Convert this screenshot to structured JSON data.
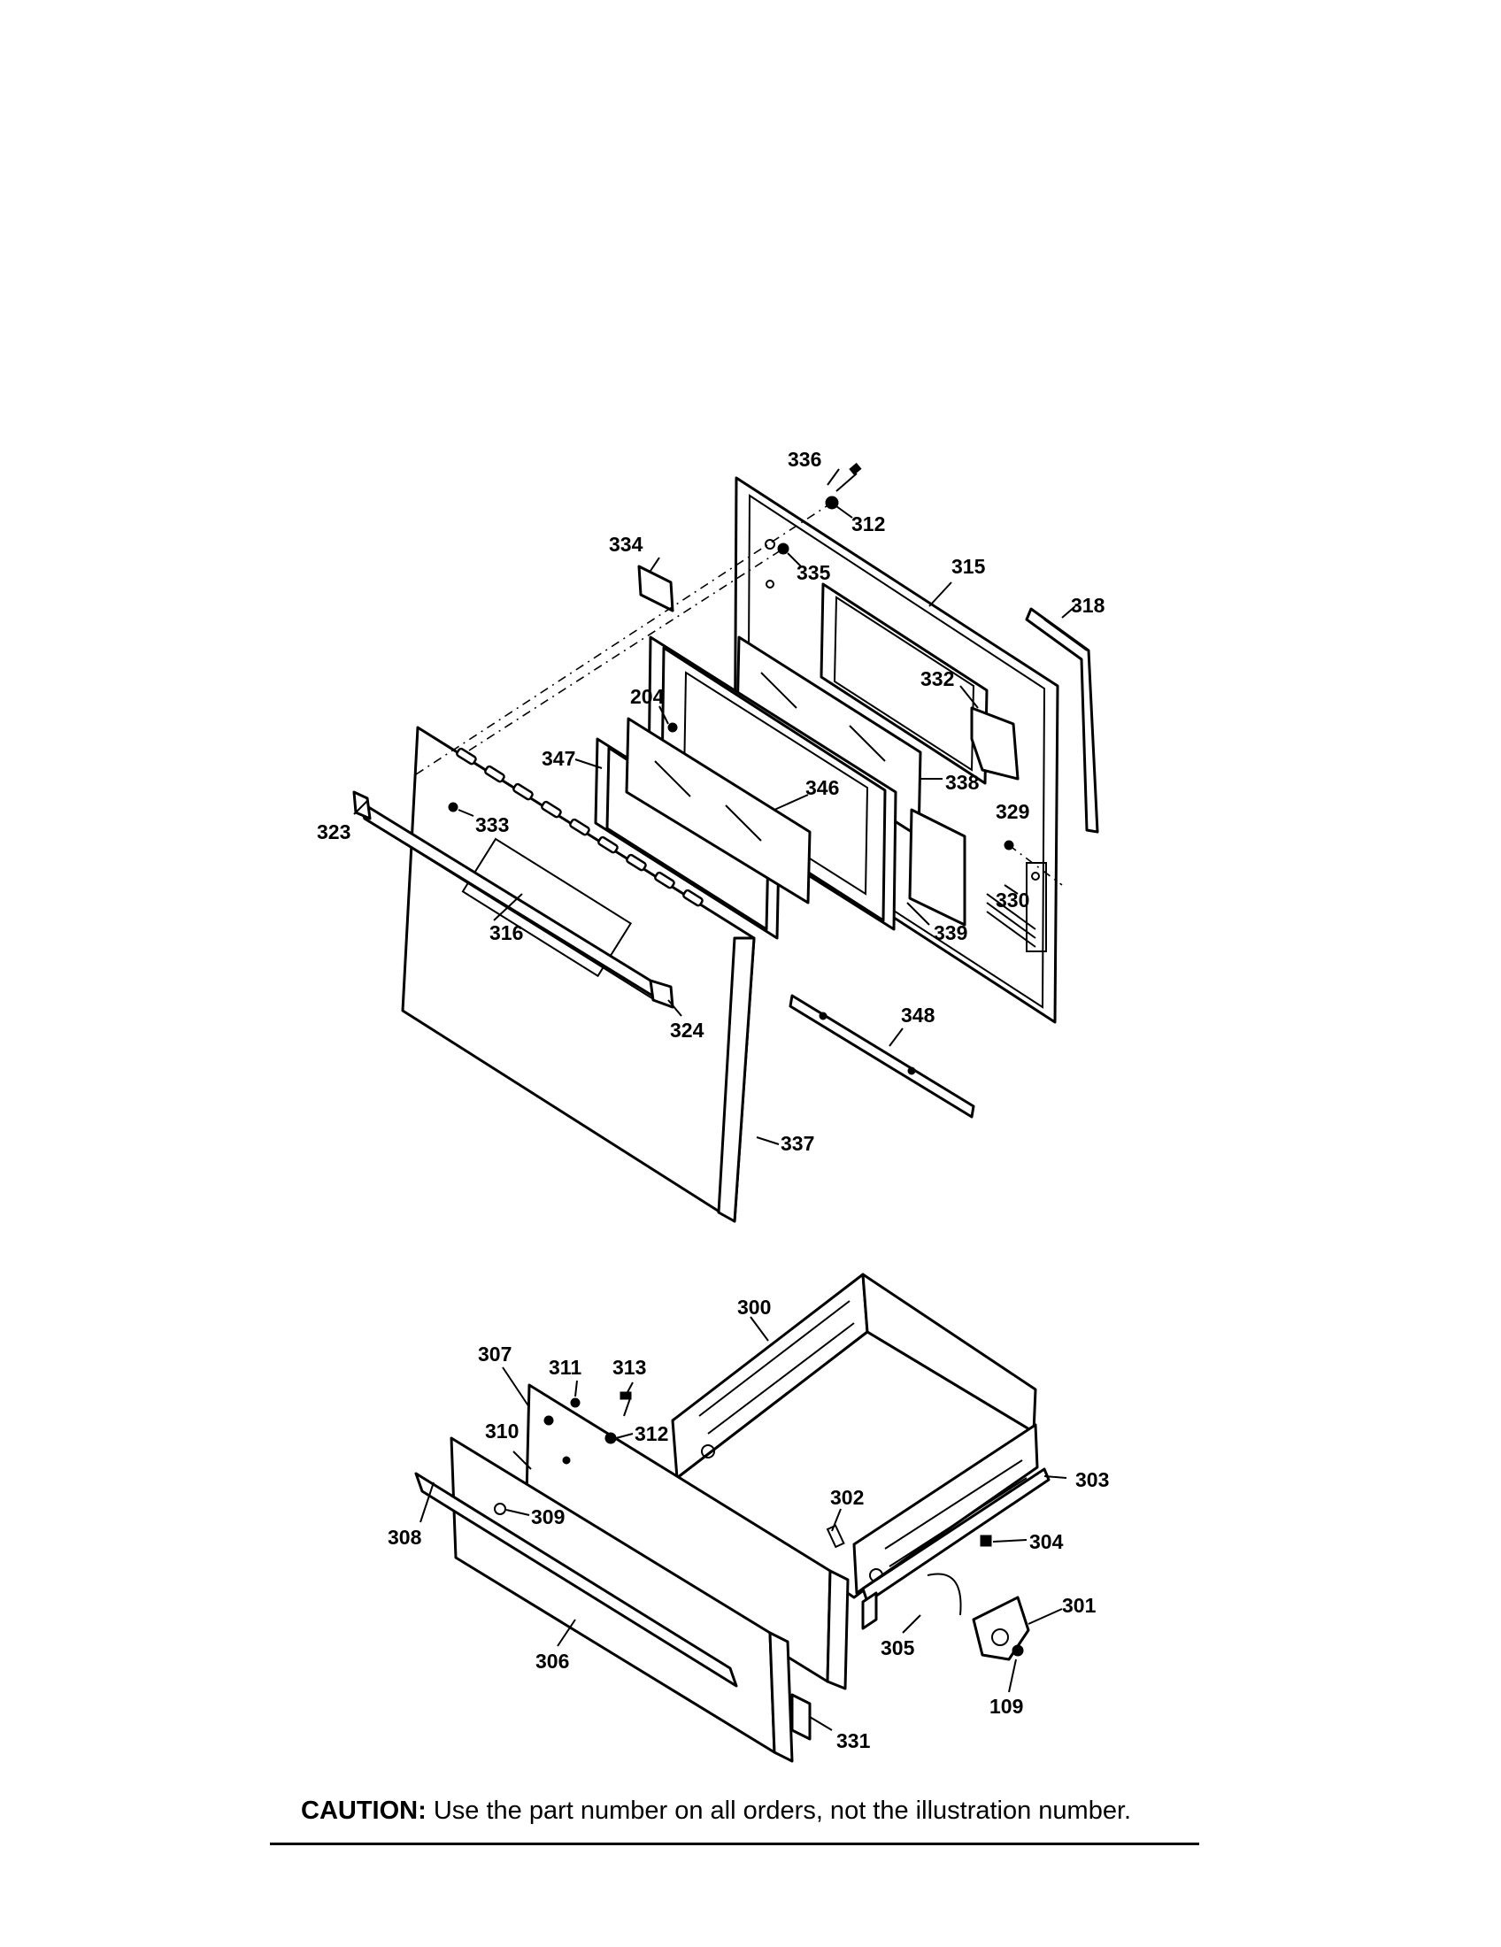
{
  "labels": {
    "p336": "336",
    "p312a": "312",
    "p334": "334",
    "p335": "335",
    "p315": "315",
    "p318": "318",
    "p332": "332",
    "p204": "204",
    "p347": "347",
    "p346": "346",
    "p338": "338",
    "p329": "329",
    "p323": "323",
    "p333": "333",
    "p330": "330",
    "p339": "339",
    "p316": "316",
    "p324": "324",
    "p348": "348",
    "p337": "337",
    "p300": "300",
    "p307": "307",
    "p311": "311",
    "p313": "313",
    "p312b": "312",
    "p310": "310",
    "p303": "303",
    "p302": "302",
    "p304": "304",
    "p308": "308",
    "p309": "309",
    "p301": "301",
    "p305": "305",
    "p306": "306",
    "p109": "109",
    "p331": "331"
  },
  "caution": {
    "heading": "CAUTION:",
    "text": " Use the part number on all orders, not the illustration number."
  }
}
